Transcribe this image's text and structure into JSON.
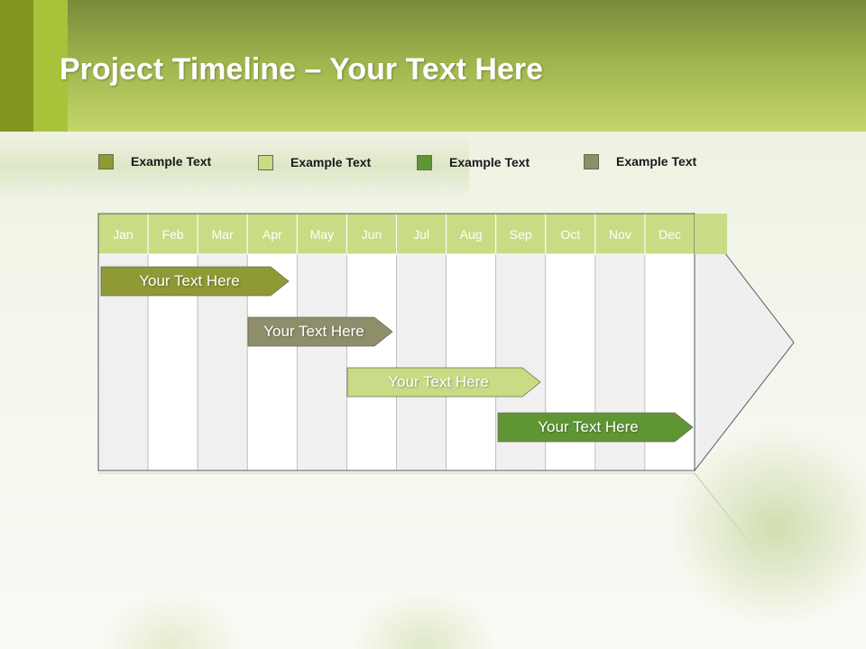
{
  "slide": {
    "title_bold": "Project Timeline",
    "title_rest": " – Your Text Here"
  },
  "legend": [
    {
      "label": "Example Text",
      "color": "#8f9a34"
    },
    {
      "label": "Example Text",
      "color": "#c9dc85"
    },
    {
      "label": "Example Text",
      "color": "#5f9634"
    },
    {
      "label": "Example Text",
      "color": "#8e8e6a"
    }
  ],
  "timeline": {
    "months": [
      "Jan",
      "Feb",
      "Mar",
      "Apr",
      "May",
      "Jun",
      "Jul",
      "Aug",
      "Sep",
      "Oct",
      "Nov",
      "Dec"
    ],
    "tasks": [
      {
        "label": "Your  Text Here",
        "color": "#8f9a34"
      },
      {
        "label": "Your  Text Here",
        "color": "#8e8e6a"
      },
      {
        "label": "Your  Text Here",
        "color": "#c9dc85"
      },
      {
        "label": "Your  Text Here",
        "color": "#5f9634"
      }
    ]
  }
}
